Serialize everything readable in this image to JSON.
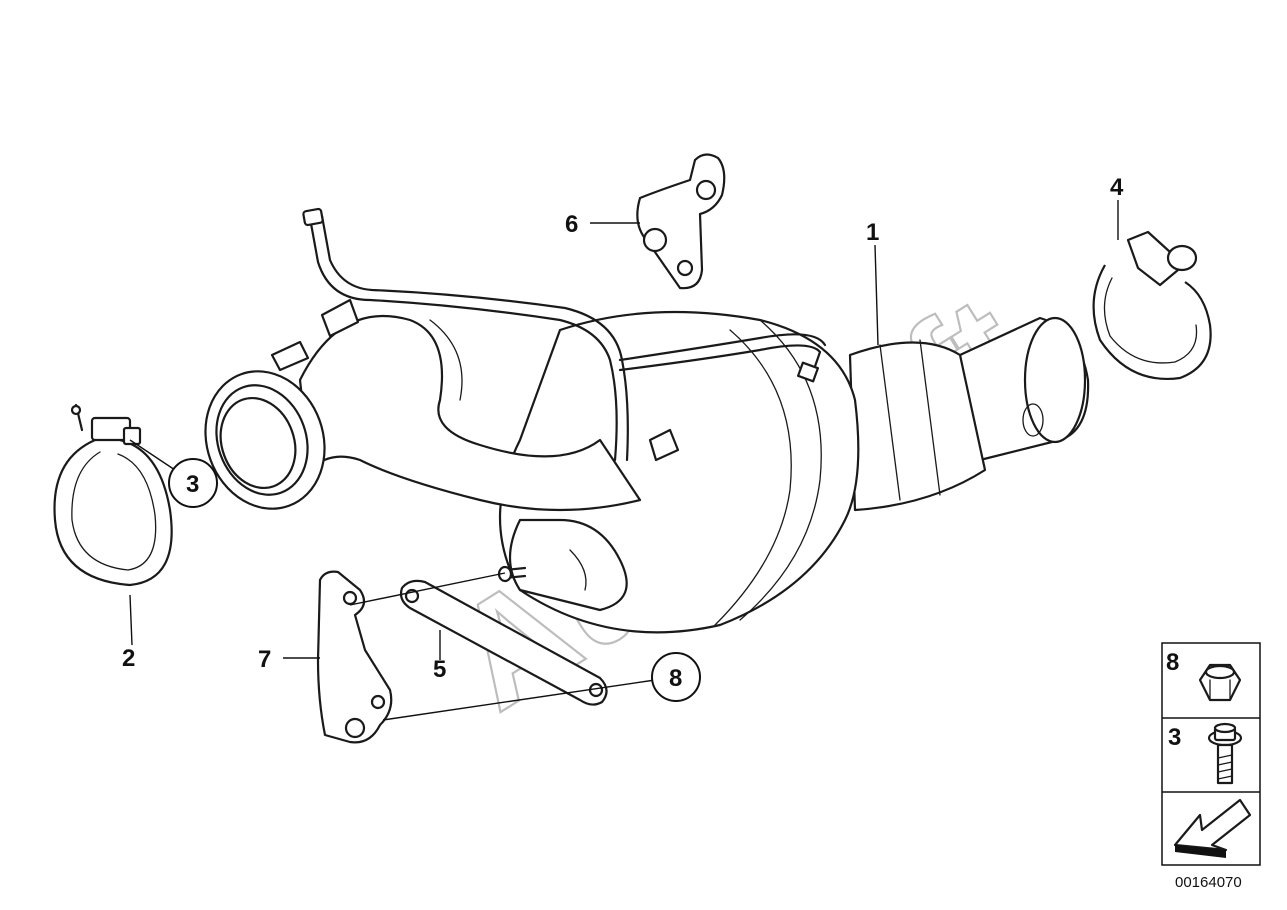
{
  "diagram": {
    "callouts": {
      "part_1": "1",
      "part_2": "2",
      "part_3": "3",
      "part_4": "4",
      "part_5": "5",
      "part_6": "6",
      "part_7": "7",
      "part_8": "8"
    },
    "legend": {
      "item_8": "8",
      "item_3": "3"
    },
    "watermark": "AutoSoft",
    "drawing_code": "00164070"
  }
}
